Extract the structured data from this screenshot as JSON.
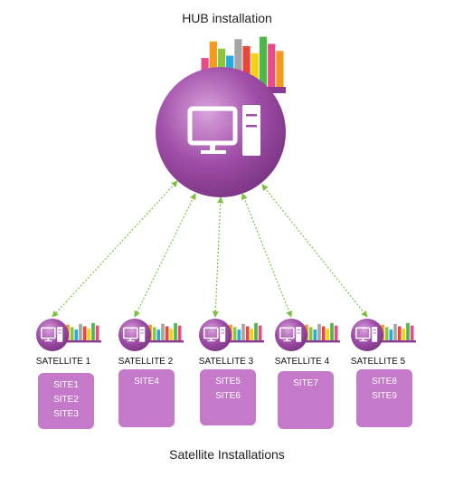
{
  "title": "HUB installation",
  "footer": "Satellite Installations",
  "colors": {
    "purple": "#a04ea8",
    "purple_light": "#cf8fd3",
    "site_box": "#c47ac9",
    "connector": "#7fbf3f"
  },
  "hub": {
    "icon": "computer-icon",
    "books_icon": "books-icon"
  },
  "satellites": [
    {
      "label": "SATELLITE 1",
      "sites": [
        "SITE1",
        "SITE2",
        "SITE3"
      ]
    },
    {
      "label": "SATELLITE 2",
      "sites": [
        "SITE4"
      ]
    },
    {
      "label": "SATELLITE 3",
      "sites": [
        "SITE5",
        "SITE6"
      ]
    },
    {
      "label": "SATELLITE 4",
      "sites": [
        "SITE7"
      ]
    },
    {
      "label": "SATELLITE 5",
      "sites": [
        "SITE8",
        "SITE9"
      ]
    }
  ]
}
